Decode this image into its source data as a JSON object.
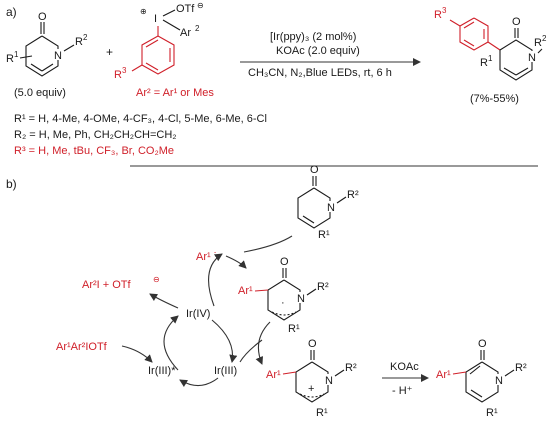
{
  "panel_a": {
    "label": "a)",
    "plus": "+",
    "pyridone": {
      "oxygen": "O",
      "nitrogen": "N",
      "r1_base": "R",
      "r1_sup": "1",
      "r2_base": "R",
      "r2_sup": "2"
    },
    "equiv": "(5.0 equiv)",
    "iodonium": {
      "plus_charge": "⊕",
      "iodine": "I",
      "otf": "OTf",
      "minus_charge": "⊖",
      "ar2_base": "Ar",
      "ar2_sup": "2",
      "r3_base": "R",
      "r3_sup": "3"
    },
    "ar2_definition": "Ar² = Ar¹ or Mes",
    "reagent_line": "[Ir(ppy)₃ (2 mol%)",
    "base_line": "KOAc (2.0 equiv)",
    "conditions_line": "CH₃CN, N₂,Blue LEDs, rt, 6 h",
    "product": {
      "oxygen": "O",
      "nitrogen": "N",
      "r3_base": "R",
      "r3_sup": "3",
      "r1_base": "R",
      "r1_sup": "1",
      "r2_base": "R",
      "r2_sup": "2"
    },
    "yield": "(7%-55%)",
    "r1_list": "R¹ = H, 4-Me, 4-OMe, 4-CF₃, 4-Cl, 5-Me, 6-Me, 6-Cl",
    "r2_list": "R₂ = H, Me, Ph, CH₂CH₂CH=CH₂",
    "r3_list": "R³ = H, Me, tBu, CF₃, Br, CO₂Me"
  },
  "panel_b": {
    "label": "b)",
    "ar1_radical": "Ar¹ ˙",
    "ar2i_otf": "Ar²I + OTf",
    "minus_charge": "⊖",
    "ir_iv": "Ir(IV)",
    "ir_iii": "Ir(III)",
    "ir_iii_star": "Ir(III)*",
    "iodonium_salt": "Ar¹Ar²IOTf",
    "kOAc": "KOAc",
    "minus_h": "- H⁺",
    "top_pyridone": {
      "oxygen": "O",
      "nitrogen": "N",
      "r2": "R²",
      "r1": "R¹"
    },
    "radical_intermediate": {
      "ar1": "Ar¹",
      "oxygen": "O",
      "nitrogen": "N",
      "r2": "R²",
      "r1": "R¹",
      "dot": "·"
    },
    "cation_intermediate": {
      "ar1": "Ar¹",
      "oxygen": "O",
      "nitrogen": "N",
      "r2": "R²",
      "r1": "R¹",
      "plus": "+"
    },
    "final_product": {
      "ar1": "Ar¹",
      "oxygen": "O",
      "nitrogen": "N",
      "r2": "R²",
      "r1": "R¹"
    }
  }
}
